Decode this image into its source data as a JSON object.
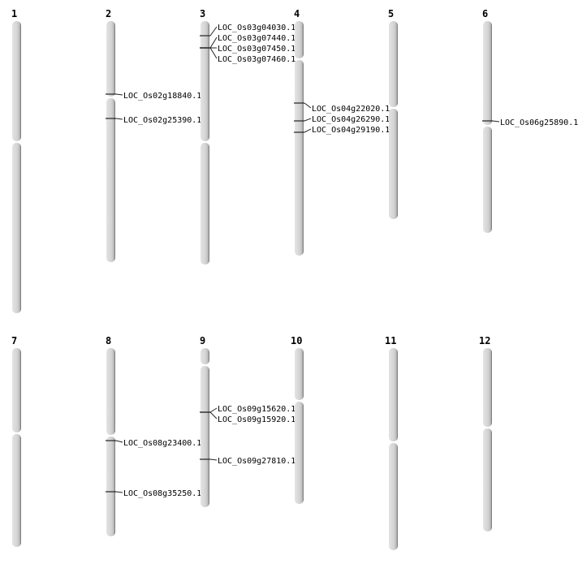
{
  "title": "Chromosome gene location map",
  "chromosomes": [
    {
      "name": "1",
      "genes": []
    },
    {
      "name": "2",
      "genes": [
        "LOC_Os02g18840.1",
        "LOC_Os02g25390.1"
      ]
    },
    {
      "name": "3",
      "genes": [
        "LOC_Os03g04030.1",
        "LOC_Os03g07440.1",
        "LOC_Os03g07450.1",
        "LOC_Os03g07460.1"
      ]
    },
    {
      "name": "4",
      "genes": [
        "LOC_Os04g22020.1",
        "LOC_Os04g26290.1",
        "LOC_Os04g29190.1"
      ]
    },
    {
      "name": "5",
      "genes": []
    },
    {
      "name": "6",
      "genes": [
        "LOC_Os06g25890.1"
      ]
    },
    {
      "name": "7",
      "genes": []
    },
    {
      "name": "8",
      "genes": [
        "LOC_Os08g23400.1",
        "LOC_Os08g35250.1"
      ]
    },
    {
      "name": "9",
      "genes": [
        "LOC_Os09g15620.1",
        "LOC_Os09g15920.1",
        "LOC_Os09g27810.1"
      ]
    },
    {
      "name": "10",
      "genes": []
    },
    {
      "name": "11",
      "genes": []
    },
    {
      "name": "12",
      "genes": []
    }
  ]
}
